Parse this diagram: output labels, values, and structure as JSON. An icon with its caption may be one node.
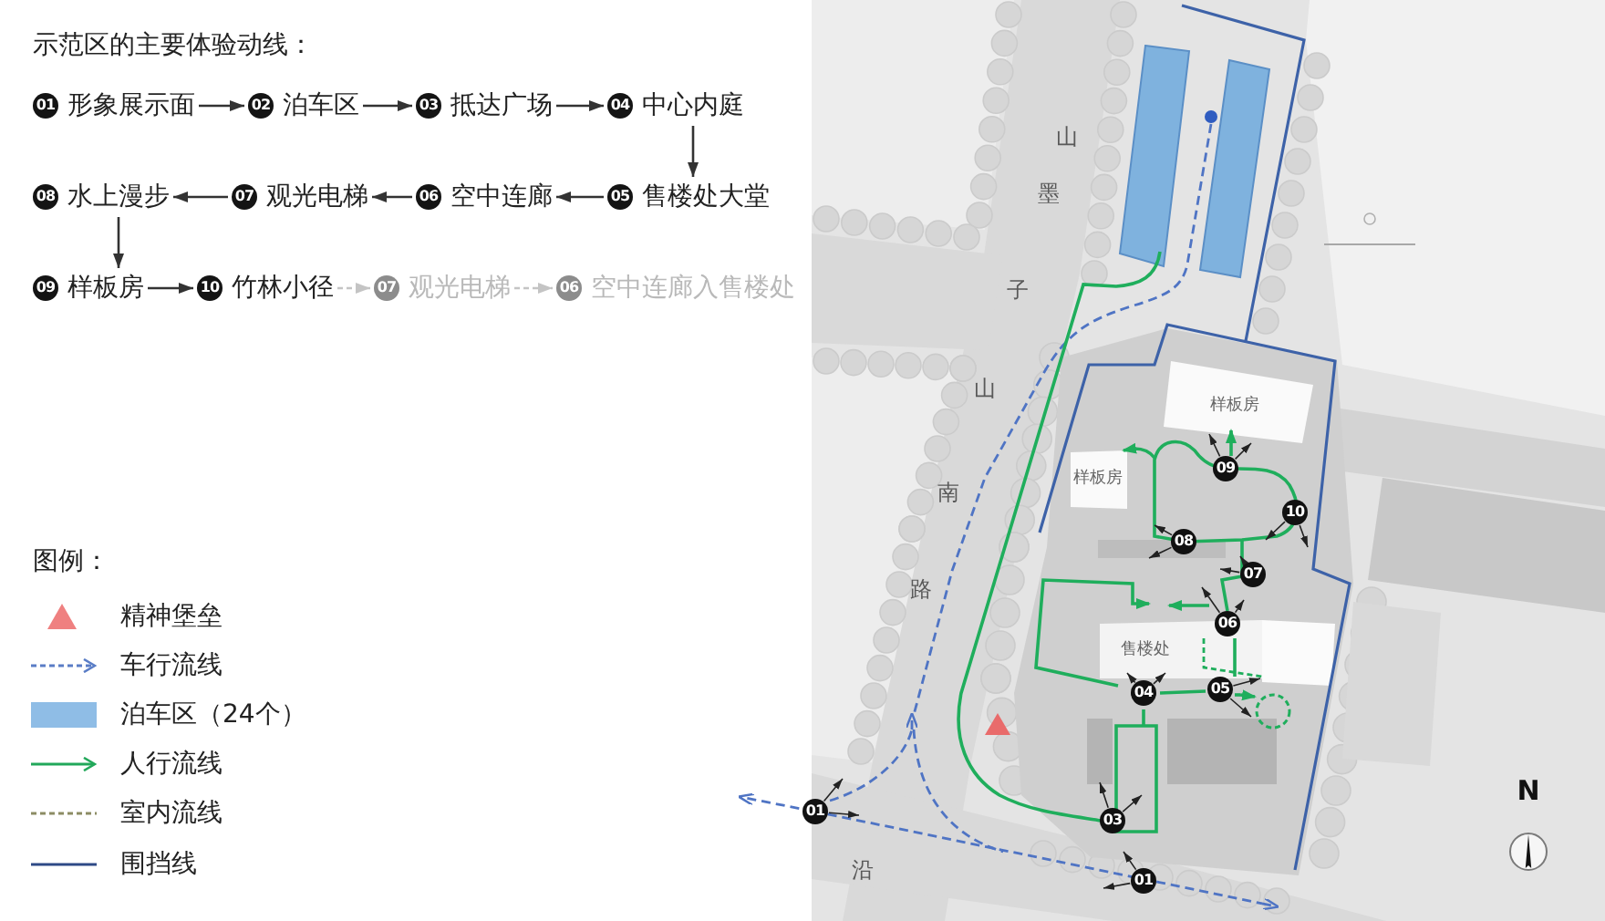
{
  "diagram": {
    "title": "示范区的主要体验动线：",
    "nodes": [
      {
        "text": [
          "01",
          "形象展示面"
        ]
      },
      {
        "text": [
          "02",
          "泊车区"
        ]
      },
      {
        "text": [
          "03",
          "抵达广场"
        ]
      },
      {
        "text": [
          "04",
          "中心内庭"
        ]
      },
      {
        "text": [
          "05",
          "售楼处大堂"
        ]
      },
      {
        "text": [
          "06",
          "空中连廊"
        ]
      },
      {
        "text": [
          "07",
          "观光电梯"
        ]
      },
      {
        "text": [
          "08",
          "水上漫步"
        ]
      },
      {
        "text": [
          "09",
          "样板房"
        ]
      },
      {
        "text": [
          "10",
          "竹林小径"
        ]
      },
      {
        "text": [
          "07",
          "观光电梯"
        ]
      },
      {
        "text": [
          "06",
          "空中连廊入售楼处"
        ]
      }
    ],
    "edges": [
      {
        "from": 0,
        "to": 1,
        "arrow": "to"
      },
      {
        "from": 1,
        "to": 2,
        "arrow": "to"
      },
      {
        "from": 2,
        "to": 3,
        "arrow": "to"
      },
      {
        "from": 3,
        "to": 4,
        "arrow": "to"
      },
      {
        "from": 4,
        "to": 5,
        "arrow": "to"
      },
      {
        "from": 5,
        "to": 6,
        "arrow": "to"
      },
      {
        "from": 6,
        "to": 7,
        "arrow": "to"
      },
      {
        "from": 7,
        "to": 8,
        "arrow": "to"
      },
      {
        "from": 8,
        "to": 9,
        "arrow": "to"
      },
      {
        "from": 9,
        "to": 10,
        "arrow": "to",
        "style": "dashed",
        "color": "#c4c4c4"
      },
      {
        "from": 10,
        "to": 11,
        "arrow": "to",
        "style": "dashed",
        "color": "#c4c4c4"
      }
    ],
    "labels": [
      "图例：",
      "山",
      "墨",
      "子",
      "山",
      "样板房",
      "样板房",
      "09",
      "南",
      "10",
      "08",
      "07",
      "路",
      "06",
      "售楼处",
      "05",
      "04",
      "N",
      "01",
      "03",
      "沿",
      "01"
    ],
    "legend": [
      {
        "text": "精神堡垒"
      },
      {
        "text": "车行流线"
      },
      {
        "text": "泊车区（24个）",
        "color": "#8fbde6"
      },
      {
        "text": "人行流线"
      },
      {
        "text": "室内流线"
      },
      {
        "text": "围挡线"
      }
    ]
  }
}
